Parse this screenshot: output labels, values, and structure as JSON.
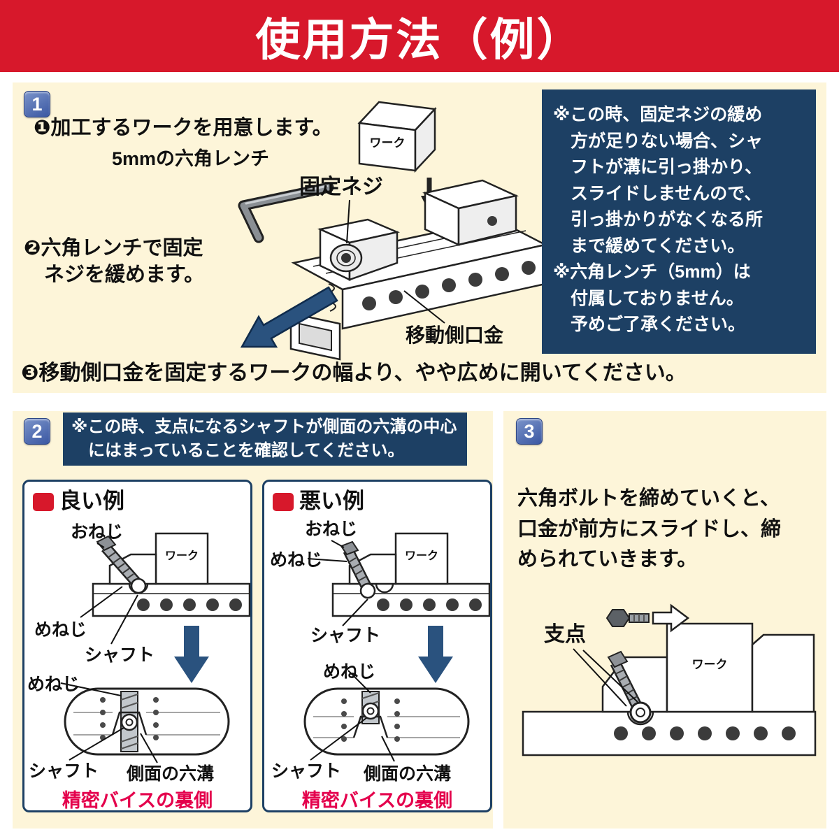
{
  "header": {
    "title": "使用方法（例）"
  },
  "colors": {
    "banner_red": "#d7182b",
    "panel_cream": "#fdf5d9",
    "navy": "#1d4064",
    "badge_blue": "#3a57a2",
    "accent_pink": "#e4004c",
    "arrow_blue": "#2a527e"
  },
  "section1": {
    "badge": "1",
    "step1": "❶加工するワークを用意します。",
    "step2": "❷六角レンチで固定\nネジを緩めます。",
    "step3": "❸移動側口金を固定するワークの幅より、やや広めに開いてください。",
    "labels": {
      "wrench": "5mmの六角レンチ",
      "screw": "固定ネジ",
      "work": "ワーク",
      "movable_jaw": "移動側口金"
    }
  },
  "note_box": {
    "para1": "※この時、固定ネジの緩め\n方が足りない場合、シャ\nフトが溝に引っ掛かり、\nスライドしませんので、\n引っ掛かりがなくなる所\nまで緩めてください。",
    "para2": "※六角レンチ（5mm）は\n付属しておりません。\n予めご了承ください。"
  },
  "section2": {
    "badge": "2",
    "note": "※この時、支点になるシャフトが側面の六溝の中心\nにはまっていることを確認してください。",
    "good_example": {
      "title": "良い例",
      "labels": {
        "male_screw": "おねじ",
        "work": "ワーク",
        "female_screw": "めねじ",
        "shaft": "シャフト",
        "female_screw2": "めねじ",
        "shaft2": "シャフト",
        "side_groove": "側面の六溝"
      },
      "caption": "精密バイスの裏側"
    },
    "bad_example": {
      "title": "悪い例",
      "labels": {
        "male_screw": "おねじ",
        "female_screw": "めねじ",
        "work": "ワーク",
        "shaft": "シャフト",
        "female_screw2": "めねじ",
        "shaft2": "シャフト",
        "side_groove": "側面の六溝"
      },
      "caption": "精密バイスの裏側"
    }
  },
  "section3": {
    "badge": "3",
    "text": "六角ボルトを締めていくと、\n口金が前方にスライドし、締\nめられていきます。",
    "labels": {
      "fulcrum": "支点",
      "work": "ワーク"
    }
  }
}
